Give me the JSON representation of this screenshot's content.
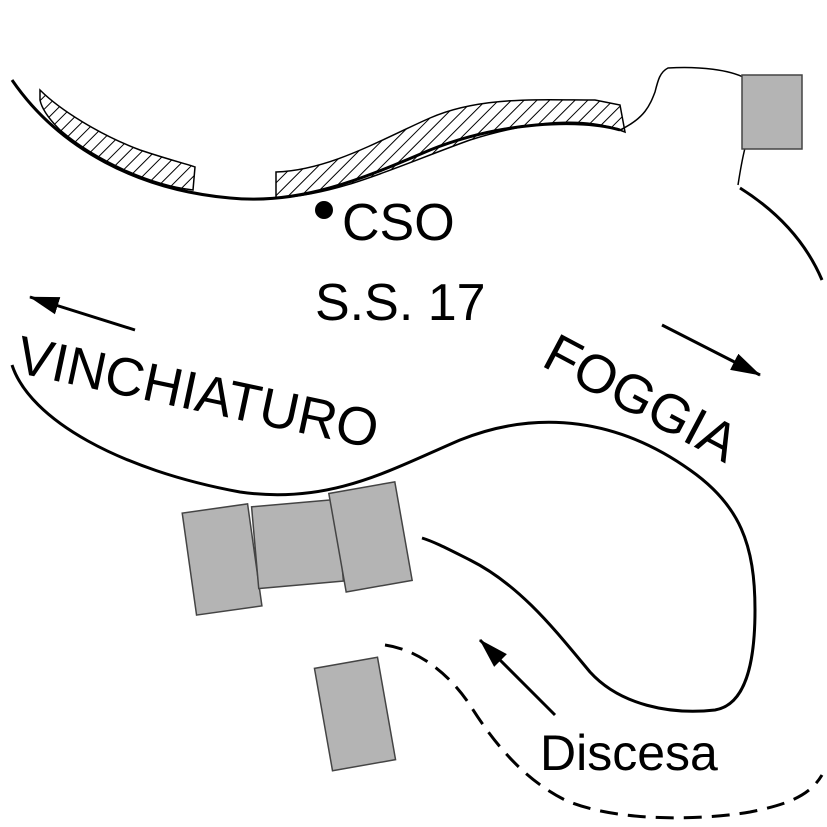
{
  "labels": {
    "marker": "CSO",
    "road": "S.S. 17",
    "direction_west": "VINCHIATURO",
    "direction_east": "FOGGIA",
    "ramp": "Discesa"
  },
  "colors": {
    "line": "#000000",
    "building_fill": "#b4b4b4",
    "building_stroke": "#444444",
    "background": "#ffffff"
  },
  "icons": {
    "marker": "dot-marker-icon",
    "arrows": [
      "arrow-left-icon",
      "arrow-right-icon",
      "arrow-up-left-icon"
    ]
  }
}
